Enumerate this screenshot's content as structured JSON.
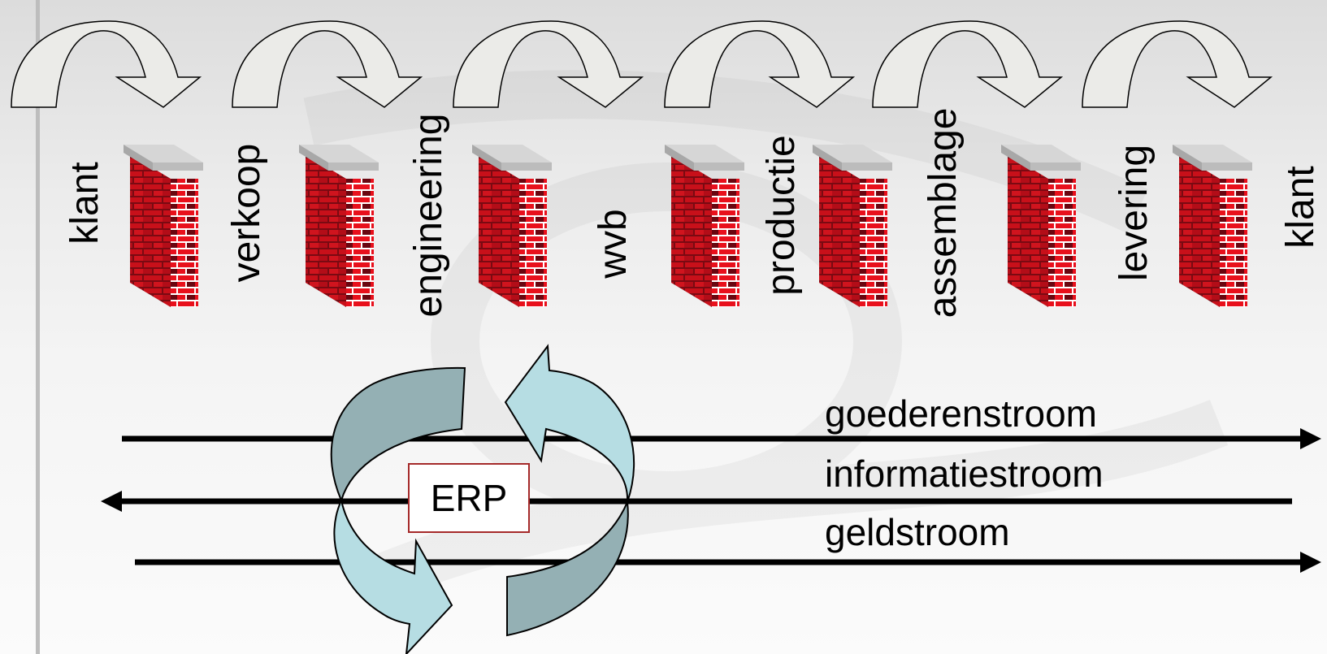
{
  "stages": [
    {
      "label": "klant"
    },
    {
      "label": "verkoop"
    },
    {
      "label": "engineering"
    },
    {
      "label": "wvb"
    },
    {
      "label": "productie"
    },
    {
      "label": "assemblage"
    },
    {
      "label": "levering"
    },
    {
      "label": "klant"
    }
  ],
  "walls": 7,
  "handoff_arrows": 6,
  "flows": [
    {
      "label": "goederenstroom",
      "direction": "right"
    },
    {
      "label": "informatiestroom",
      "direction": "left"
    },
    {
      "label": "geldstroom",
      "direction": "right"
    }
  ],
  "erp": {
    "label": "ERP"
  },
  "colors": {
    "brick": "#c8101a",
    "brick_dark": "#6a0610",
    "wall_cap": "#b8b8b8",
    "cycle_dark": "#94b0b4",
    "cycle_light": "#b6dde3",
    "erp_border": "#a52a2a"
  }
}
